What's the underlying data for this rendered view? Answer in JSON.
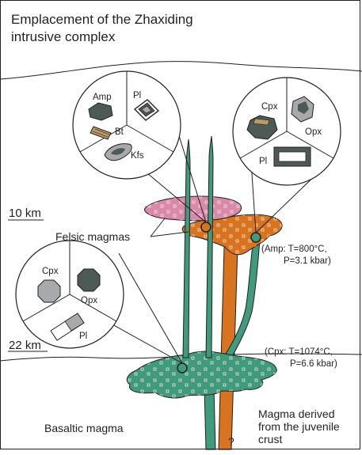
{
  "title_line1": "Emplacement of the Zhaxiding",
  "title_line2": "intrusive complex",
  "depth_10": "10 km",
  "depth_22": "22 km",
  "felsic_label": "Felsic magmas",
  "basaltic_label": "Basaltic magma",
  "juvenile_label_1": "Magma derived",
  "juvenile_label_2": "from the juvenile",
  "juvenile_label_3": "crust",
  "question_mark": "?",
  "amp_condition_1": "(Amp: T=800°C,",
  "amp_condition_2": "P=3.1 kbar)",
  "cpx_condition_1": "(Cpx: T=1074°C,",
  "cpx_condition_2": "P=6.6 kbar)",
  "inset_felsic": {
    "amp": "Amp",
    "pl": "Pl",
    "bt": "Bt",
    "kfs": "Kfs"
  },
  "inset_mid": {
    "cpx": "Cpx",
    "opx": "Opx",
    "pl": "Pl"
  },
  "inset_basaltic": {
    "cpx": "Cpx",
    "opx": "Opx",
    "pl": "Pl"
  },
  "colors": {
    "basaltic": "#3f9a7e",
    "felsic_pink": "#d98aa8",
    "juvenile_orange": "#d8731f",
    "outline": "#231f20",
    "mineral_dark": "#4d5a57",
    "mineral_gray": "#a7a9ac",
    "mineral_tan": "#b89a63"
  }
}
